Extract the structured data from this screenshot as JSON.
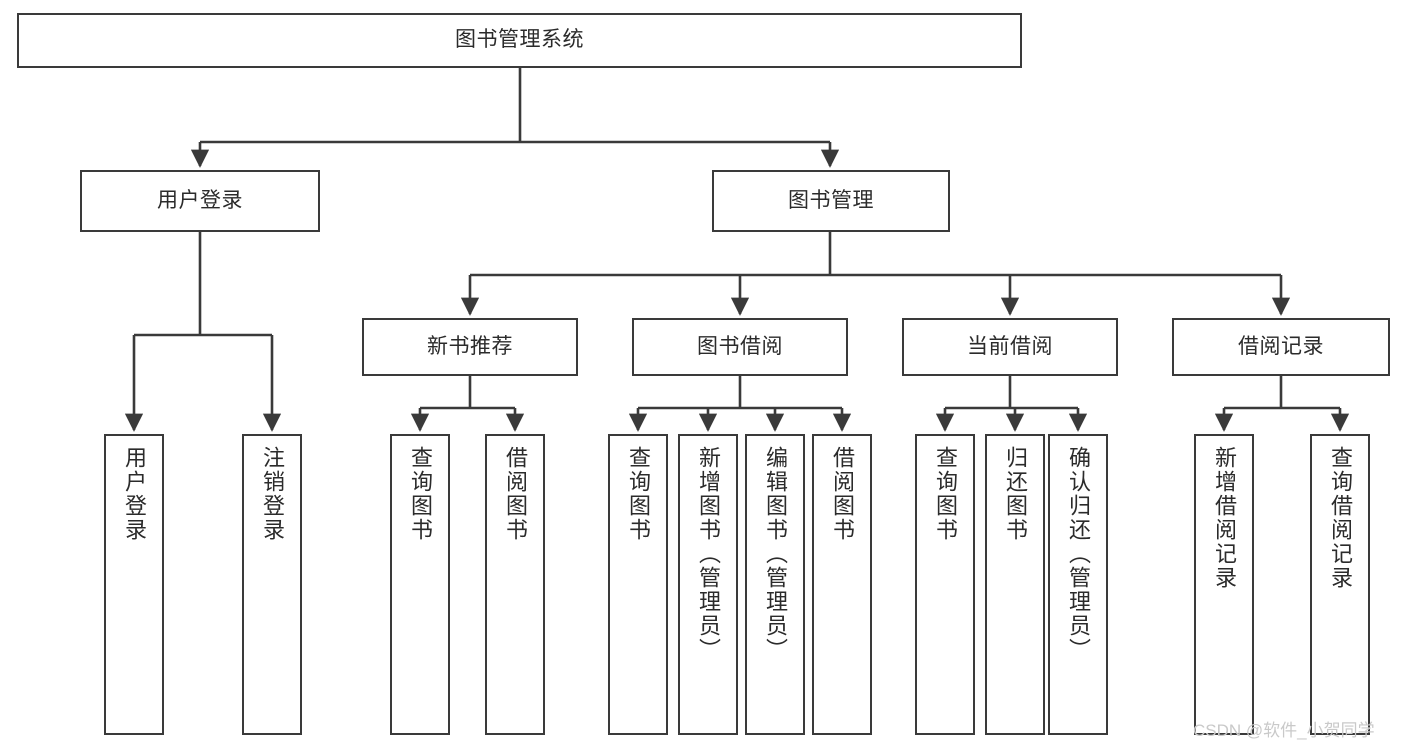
{
  "diagram": {
    "type": "tree-hierarchy",
    "title": "图书管理系统",
    "watermark": "CSDN @软件_小贺同学",
    "colors": {
      "box_border": "#3a3a3a",
      "box_fill": "#ffffff",
      "edge": "#3a3a3a",
      "text": "#2b2b2b",
      "watermark": "#c9c9c9",
      "background": "#ffffff"
    },
    "nodes": {
      "root": {
        "label": "图书管理系统"
      },
      "level2": [
        {
          "label": "用户登录"
        },
        {
          "label": "图书管理"
        }
      ],
      "level3": [
        {
          "label": "新书推荐"
        },
        {
          "label": "图书借阅"
        },
        {
          "label": "当前借阅"
        },
        {
          "label": "借阅记录"
        }
      ],
      "leaves_user_login": [
        {
          "label": "用户登录"
        },
        {
          "label": "注销登录"
        }
      ],
      "leaves_new_book": [
        {
          "label": "查询图书"
        },
        {
          "label": "借阅图书"
        }
      ],
      "leaves_borrow": [
        {
          "label": "查询图书"
        },
        {
          "label": "新增图书（管理员）"
        },
        {
          "label": "编辑图书（管理员）"
        },
        {
          "label": "借阅图书"
        }
      ],
      "leaves_current": [
        {
          "label": "查询图书"
        },
        {
          "label": "归还图书"
        },
        {
          "label": "确认归还（管理员）"
        }
      ],
      "leaves_records": [
        {
          "label": "新增借阅记录"
        },
        {
          "label": "查询借阅记录"
        }
      ]
    }
  }
}
